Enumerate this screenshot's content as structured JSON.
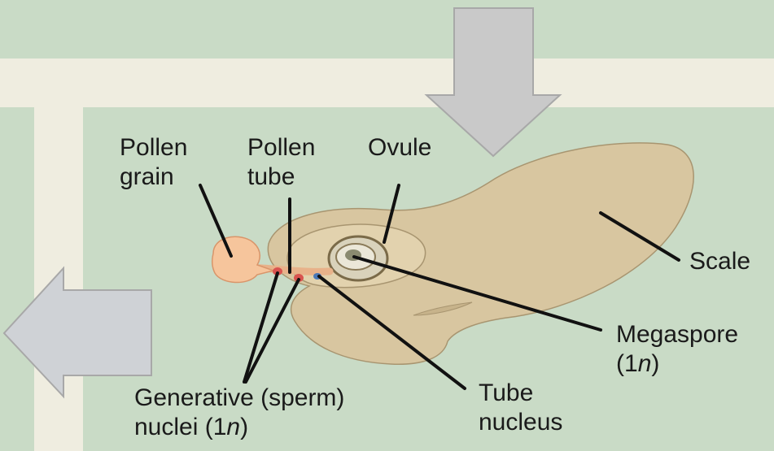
{
  "colors": {
    "background": "#c9dbc6",
    "band": "#efede0",
    "arrow": "#c8c8c8",
    "scale": "#d8c6a0",
    "pollen": "#f6c59c",
    "generative_nucleus": "#d9534f",
    "tube_nucleus": "#4a78b8",
    "leader_line": "#111111"
  },
  "labels": {
    "pollen_grain": [
      "Pollen",
      "grain"
    ],
    "pollen_tube": [
      "Pollen",
      "tube"
    ],
    "ovule": "Ovule",
    "scale": "Scale",
    "megaspore": {
      "line1": "Megaspore",
      "line2_pre": "(1",
      "line2_it": "n",
      "line2_post": ")"
    },
    "generative": {
      "line1": "Generative (sperm)",
      "line2_pre": "nuclei (1",
      "line2_it": "n",
      "line2_post": ")"
    },
    "tube_nucleus": [
      "Tube",
      "nucleus"
    ]
  },
  "icons": [
    "down-arrow-icon",
    "left-arrow-icon"
  ]
}
